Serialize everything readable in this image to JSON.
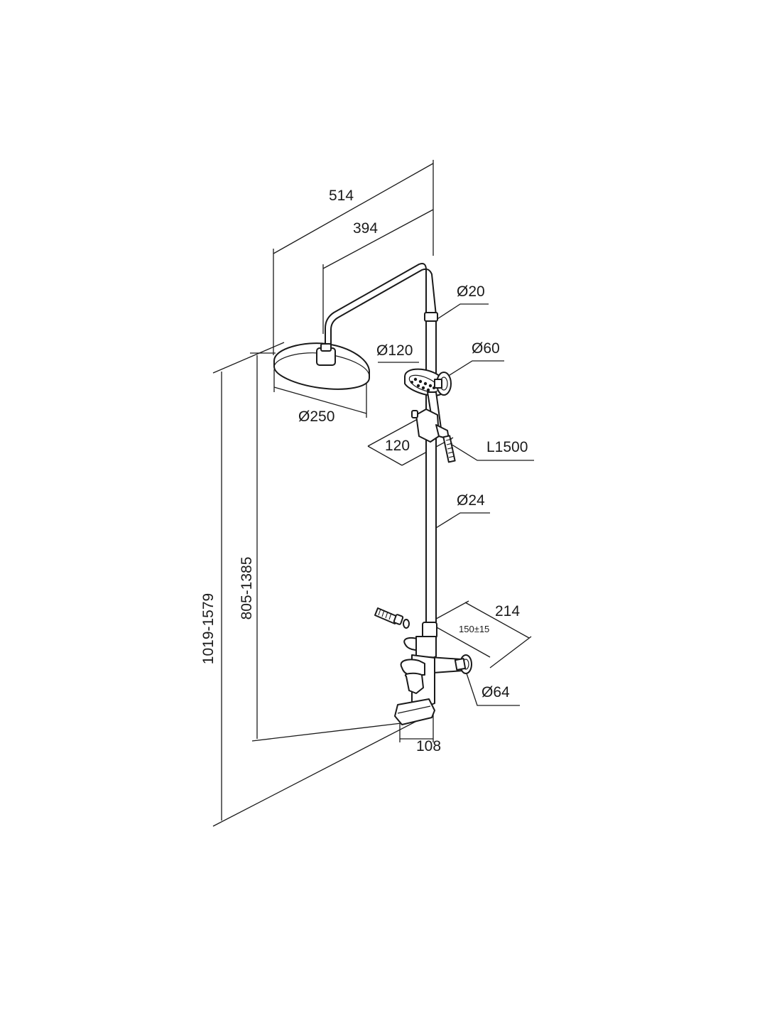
{
  "labels": {
    "overall_width": "514",
    "arm_length": "394",
    "pipe_top_diameter": "Ø20",
    "hand_shower_diameter": "Ø120",
    "holder_diameter": "Ø60",
    "rain_shower_diameter": "Ø250",
    "hand_bracket_depth": "120",
    "hose_length": "L1500",
    "pipe_bottom_diameter": "Ø24",
    "mixer_depth": "214",
    "connection_spacing": "150±15",
    "flange_diameter": "Ø64",
    "spout_width": "108",
    "overall_height": "1019-1579",
    "head_height": "805-1385"
  }
}
